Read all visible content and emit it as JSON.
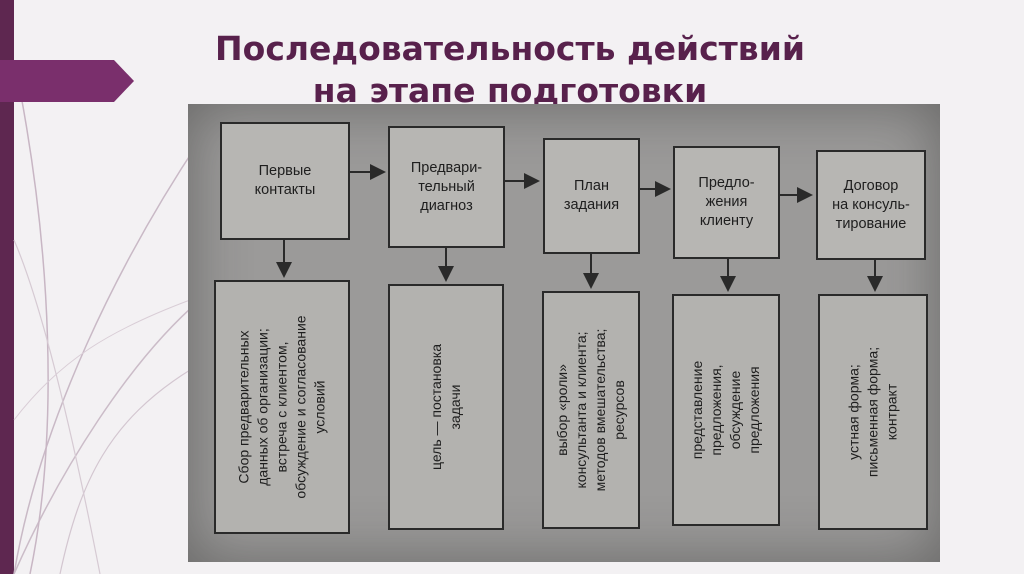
{
  "slide": {
    "title_line1": "Последовательность действий",
    "title_line2": "на этапе подготовки"
  },
  "colors": {
    "accent": "#5e2750",
    "title": "#58214c",
    "photo_bg": "#9b9a99"
  },
  "diagram": {
    "steps": [
      {
        "label": "Первые\nконтакты",
        "detail": "Сбор предварительных\nданных об организации;\nвстреча с клиентом,\nобсуждение и согласование\nусловий"
      },
      {
        "label": "Предвари-\nтельный\nдиагноз",
        "detail": "цель — постановка\nзадачи"
      },
      {
        "label": "План\nзадания",
        "detail": "выбор «роли»\nконсультанта и клиента;\nметодов вмешательства;\nресурсов"
      },
      {
        "label": "Предло-\nжения\nклиенту",
        "detail": "представление\nпредложения,\nобсуждение\nпредложения"
      },
      {
        "label": "Договор\nна консуль-\nтирование",
        "detail": "устная форма;\nписьменная форма;\nконтракт"
      }
    ]
  }
}
